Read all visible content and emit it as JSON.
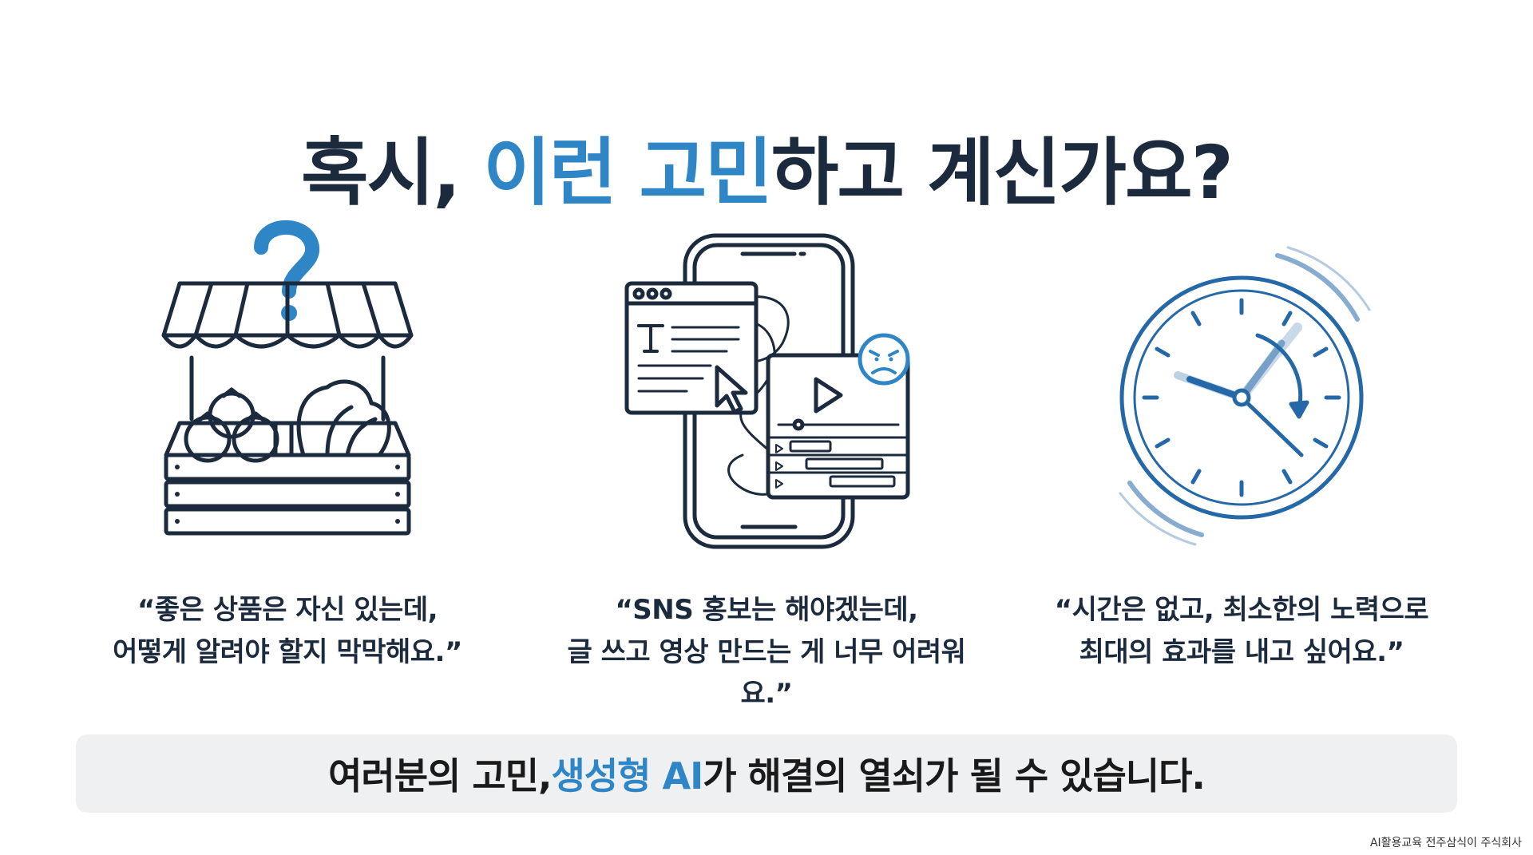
{
  "title": {
    "part1": "혹시, ",
    "accent": "이런 고민",
    "part2": "하고 계신가요?"
  },
  "cards": [
    {
      "icon": "market-stall-icon",
      "line1": "“좋은 상품은 자신 있는데,",
      "line2": "어떻게 알려야 할지 막막해요.”"
    },
    {
      "icon": "smartphone-content-icon",
      "line1": "“SNS 홍보는 해야겠는데,",
      "line2": "글 쓰고 영상 만드는 게 너무 어려워요.”"
    },
    {
      "icon": "fast-clock-icon",
      "line1": "“시간은 없고, 최소한의 노력으로",
      "line2": "최대의 효과를 내고 싶어요.”"
    }
  ],
  "banner": {
    "part1": "여러분의 고민, ",
    "accent": "생성형 AI",
    "part2": "가 해결의 열쇠가 될 수 있습니다."
  },
  "footer": "AI활용교육 전주삼식이 주식회사",
  "colors": {
    "navy": "#1c2a3e",
    "accent_blue": "#2f86c6",
    "banner_bg": "#eef0f2"
  }
}
